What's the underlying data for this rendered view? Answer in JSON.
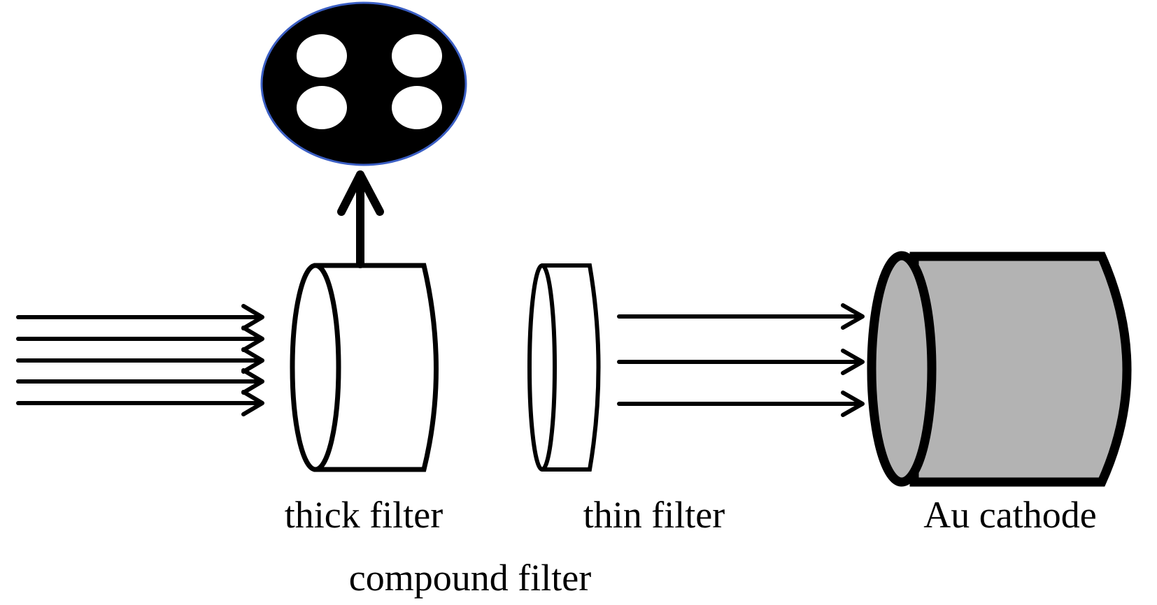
{
  "labels": {
    "thick_filter": "thick filter",
    "thin_filter": "thin filter",
    "cathode": "Au cathode",
    "compound_filter": "compound filter"
  },
  "colors": {
    "stroke": "#000000",
    "cathode_fill": "#b3b3b3",
    "disc_fill": "#000000",
    "disc_outline": "#3b5fc4",
    "hole_fill": "#ffffff"
  },
  "icons": {
    "incident_beam": "arrow-right-icon",
    "reflected_beam": "arrow-up-icon",
    "transmitted_beam": "arrow-right-icon",
    "spot_pattern": "four-hole-disc-icon"
  }
}
